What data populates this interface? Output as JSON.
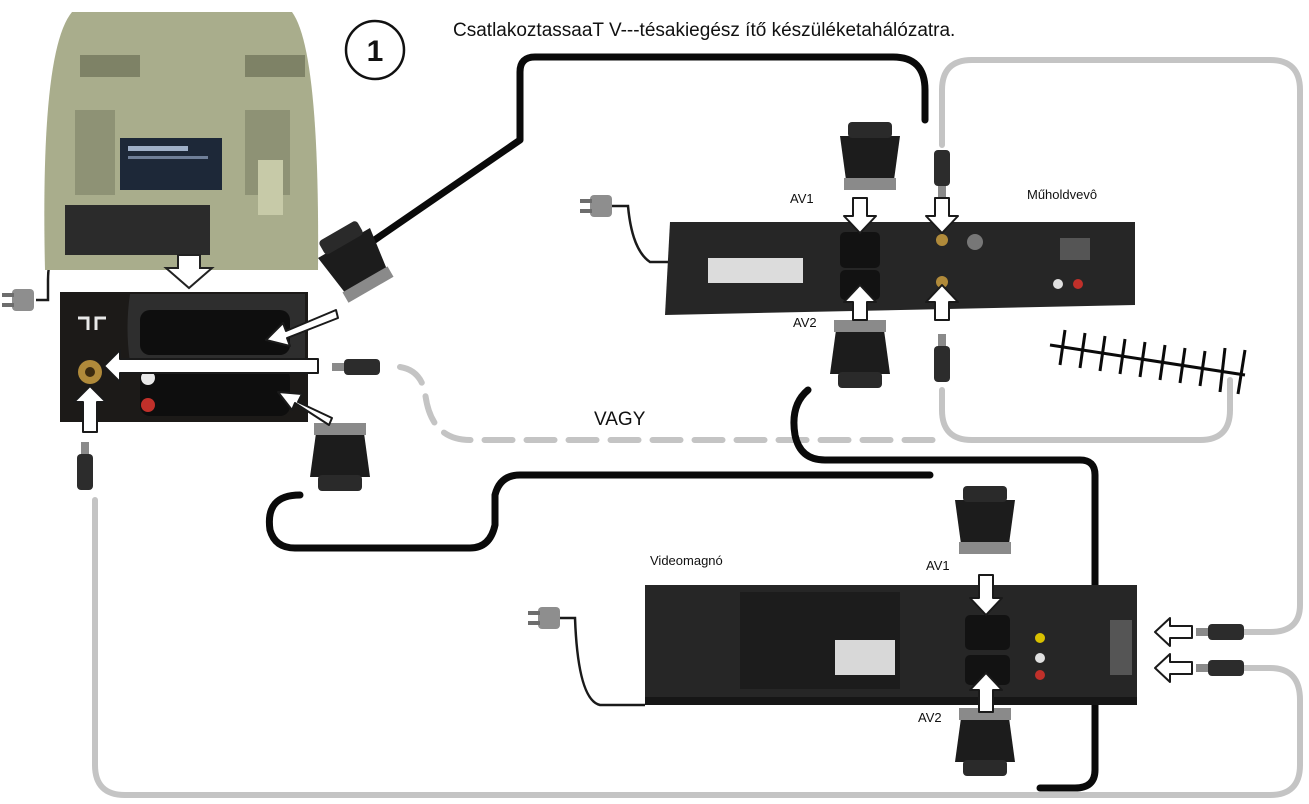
{
  "step_number": "1",
  "heading": "CsatlakoztassaaT V---tésakiegész ítő készüléketahálózatra.",
  "labels": {
    "satellite": "Műholdvevô",
    "vcr": "Videomagnó",
    "or": "VAGY",
    "sat_av1": "AV1",
    "sat_av2": "AV2",
    "vcr_av1": "AV1",
    "vcr_av2": "AV2"
  },
  "colors": {
    "scart_cable": "#0a0a0a",
    "rf_cable": "#c4c4c4",
    "device_body": "#262626",
    "tv_body": "#a9ad8c"
  }
}
